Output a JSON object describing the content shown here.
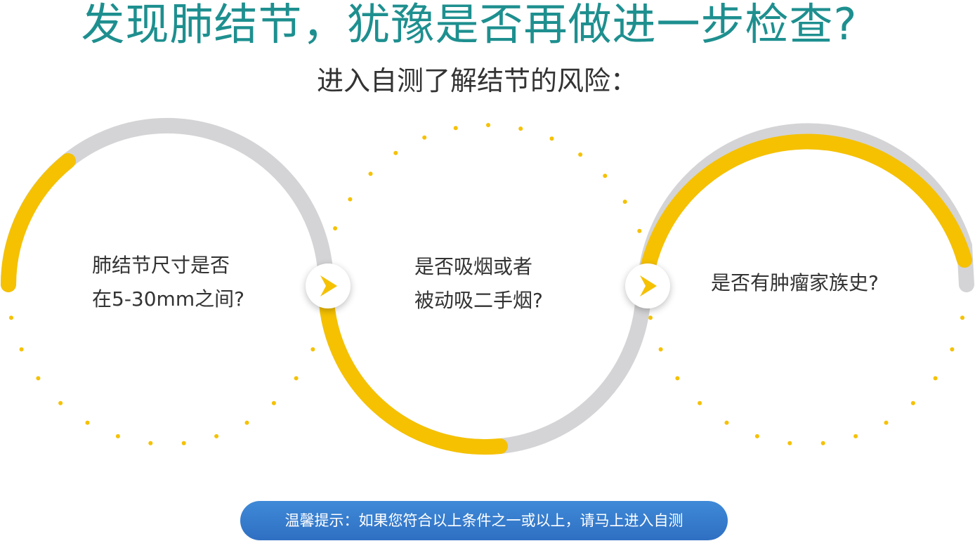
{
  "title": "发现肺结节，犹豫是否再做进一步检查?",
  "subtitle": "进入自测了解结节的风险：",
  "questions": [
    {
      "lines": [
        "肺结节尺寸是否",
        "在5-30mm之间?"
      ]
    },
    {
      "lines": [
        "是否吸烟或者",
        "被动吸二手烟?"
      ]
    },
    {
      "lines": [
        "是否有肿瘤家族史?"
      ]
    }
  ],
  "tip": "温馨提示：如果您符合以上条件之一或以上，请马上进入自测",
  "colors": {
    "title": "#1e8f8f",
    "accent_yellow": "#f5c100",
    "ring_gray": "#d4d4d6",
    "tip_blue": "#3078cc",
    "text": "#333333"
  },
  "icons": [
    "chevron-right-icon",
    "chevron-right-icon"
  ]
}
